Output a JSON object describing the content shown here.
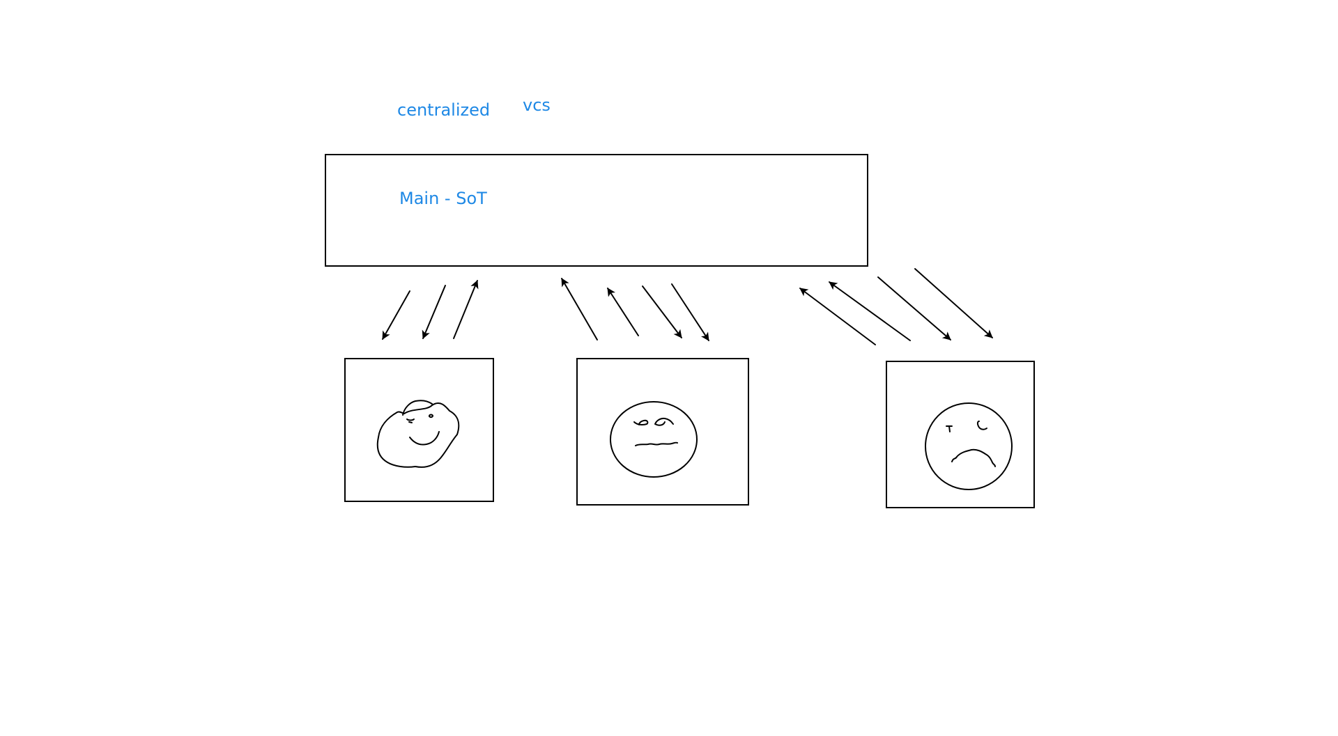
{
  "labels": {
    "title_left": "centralized",
    "title_right": "vcs",
    "main_box": "Main - SoT"
  },
  "clients": [
    {
      "face": "happy-face-icon"
    },
    {
      "face": "neutral-face-icon"
    },
    {
      "face": "sad-face-icon"
    }
  ],
  "colors": {
    "label": "#1e88e5",
    "stroke": "#000000",
    "background": "#ffffff"
  }
}
